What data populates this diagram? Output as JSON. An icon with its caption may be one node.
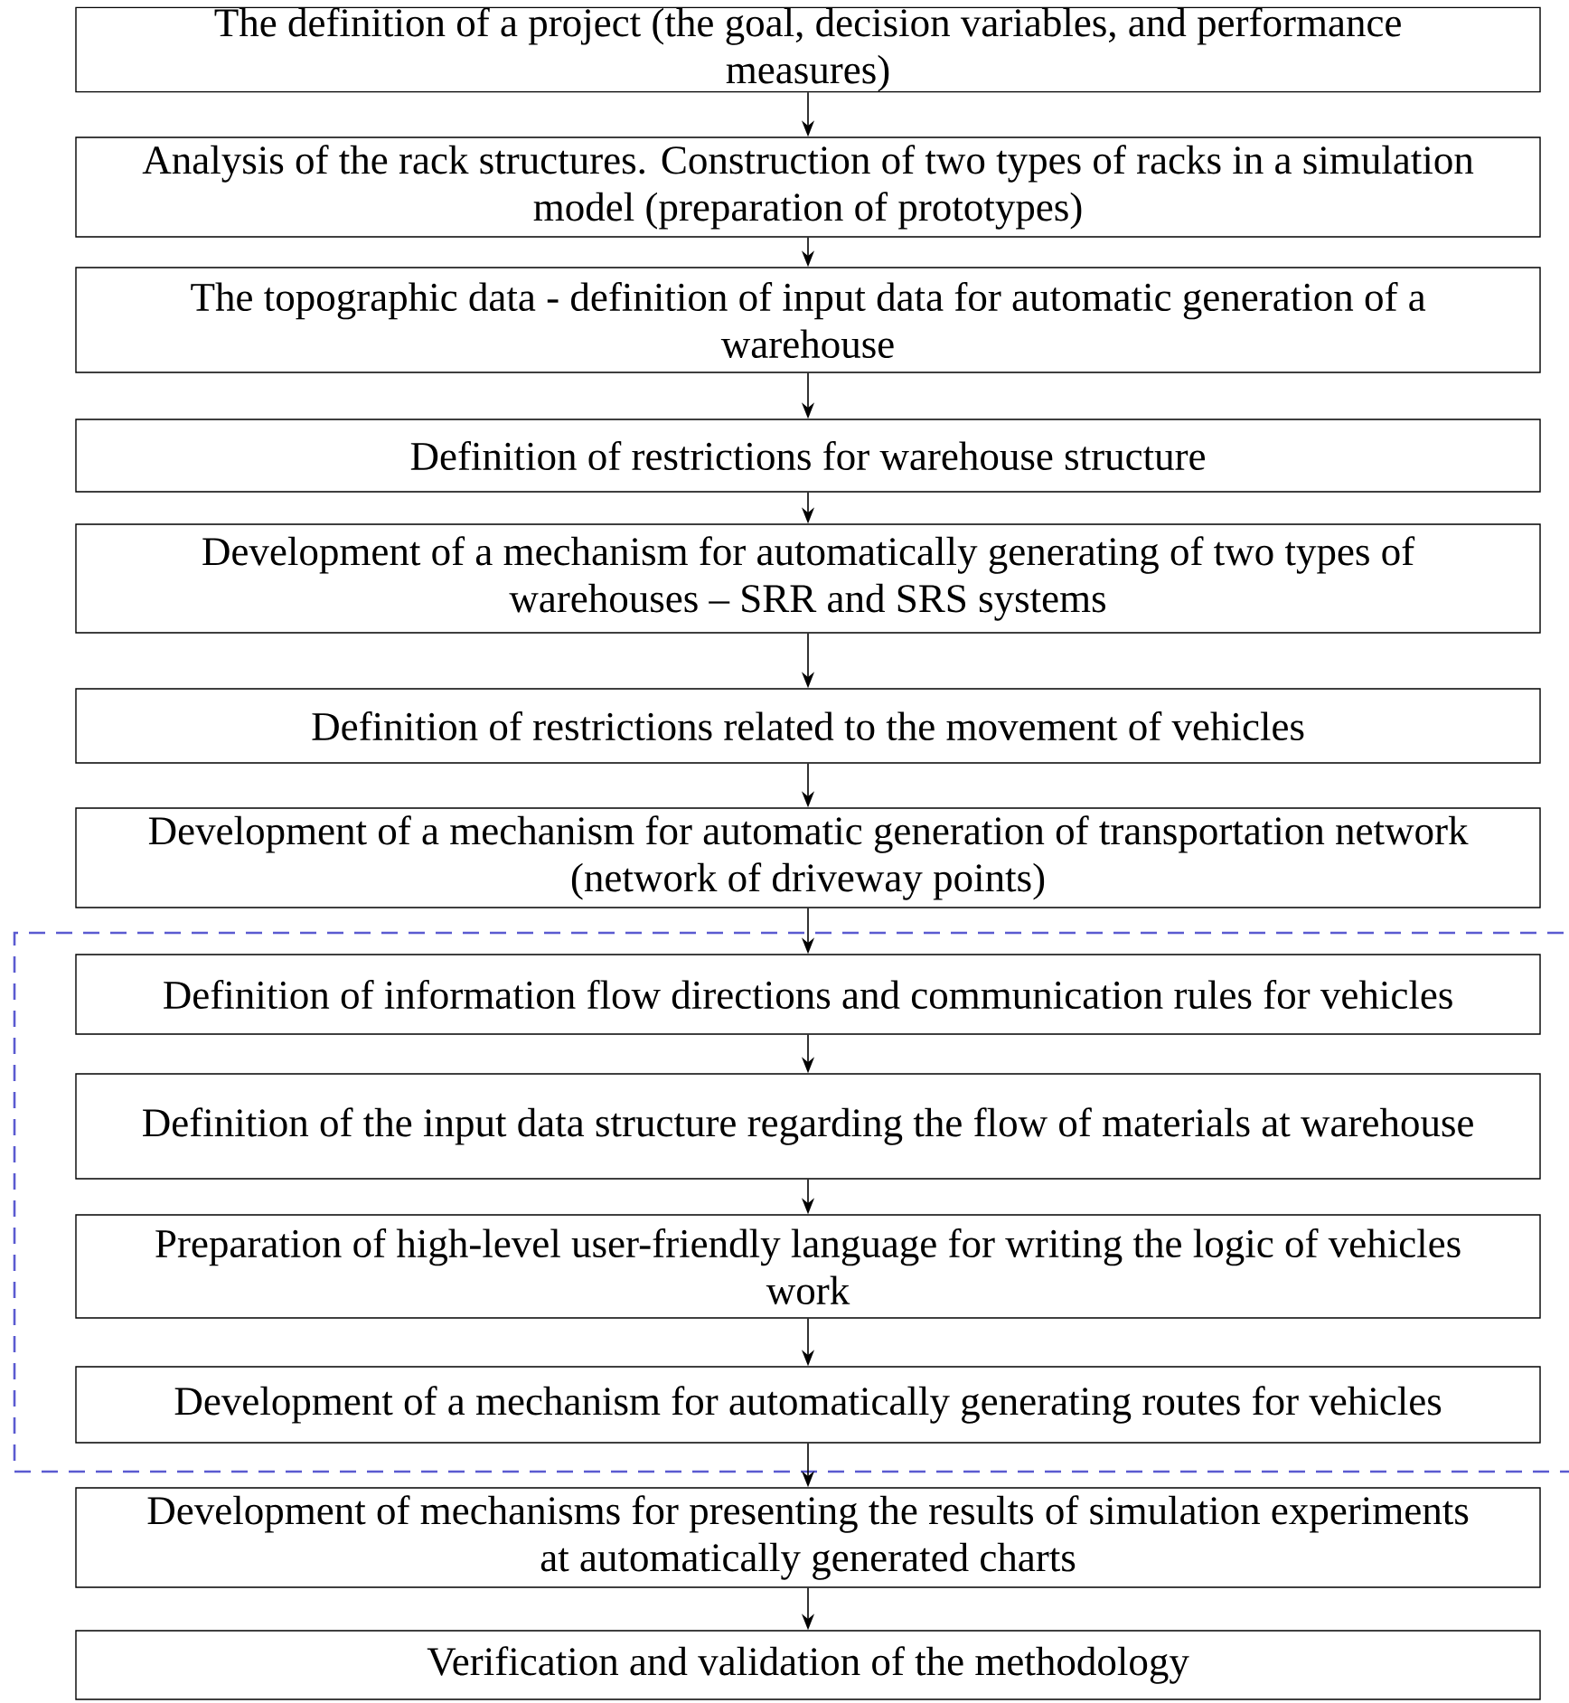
{
  "diagram": {
    "nodes": [
      {
        "text": [
          "The definition of a project (the goal, decision variables, and performance measures)"
        ]
      },
      {
        "text": [
          "Analysis of the rack structures. Construction of two types of racks in a simulation model (preparation of prototypes)"
        ]
      },
      {
        "text": [
          "The topographic data - definition of input data for automatic generation of a warehouse"
        ]
      },
      {
        "text": [
          "Definition of restrictions for warehouse structure"
        ]
      },
      {
        "text": [
          "Development of a mechanism for automatically generating of two types of warehouses – SRR and SRS systems"
        ]
      },
      {
        "text": [
          "Definition of restrictions related to the movement of vehicles"
        ]
      },
      {
        "text": [
          "Development of a mechanism for automatic generation of transportation network (network of driveway points)"
        ]
      },
      {
        "text": [],
        "shape": "box"
      },
      {
        "text": [
          "Definition of information flow directions and communication rules for vehicles"
        ],
        "in": 7
      },
      {
        "text": [
          "Definition of the input data structure regarding the flow of materials at warehouse"
        ],
        "in": 7
      },
      {
        "text": [
          "Preparation of high-level user-friendly language for writing the logic of vehicles work"
        ],
        "in": 7
      },
      {
        "text": [
          "Development of a mechanism for automatically generating routes for vehicles"
        ],
        "in": 7
      },
      {
        "text": [
          "Development of mechanisms for presenting the results of simulation experiments at automatically generated charts"
        ]
      },
      {
        "text": [
          "Verification and validation of the methodology"
        ]
      }
    ],
    "edges": [
      {
        "from": 0,
        "to": 1,
        "arrow": "to"
      },
      {
        "from": 1,
        "to": 2,
        "arrow": "to"
      },
      {
        "from": 2,
        "to": 3,
        "arrow": "to"
      },
      {
        "from": 3,
        "to": 4,
        "arrow": "to"
      },
      {
        "from": 4,
        "to": 5,
        "arrow": "to"
      },
      {
        "from": 5,
        "to": 6,
        "arrow": "to"
      },
      {
        "from": 6,
        "to": 8,
        "arrow": "to"
      },
      {
        "from": 8,
        "to": 9,
        "arrow": "to"
      },
      {
        "from": 9,
        "to": 10,
        "arrow": "to"
      },
      {
        "from": 10,
        "to": 11,
        "arrow": "to"
      },
      {
        "from": 11,
        "to": 12,
        "arrow": "to"
      },
      {
        "from": 12,
        "to": 13,
        "arrow": "to"
      }
    ]
  }
}
